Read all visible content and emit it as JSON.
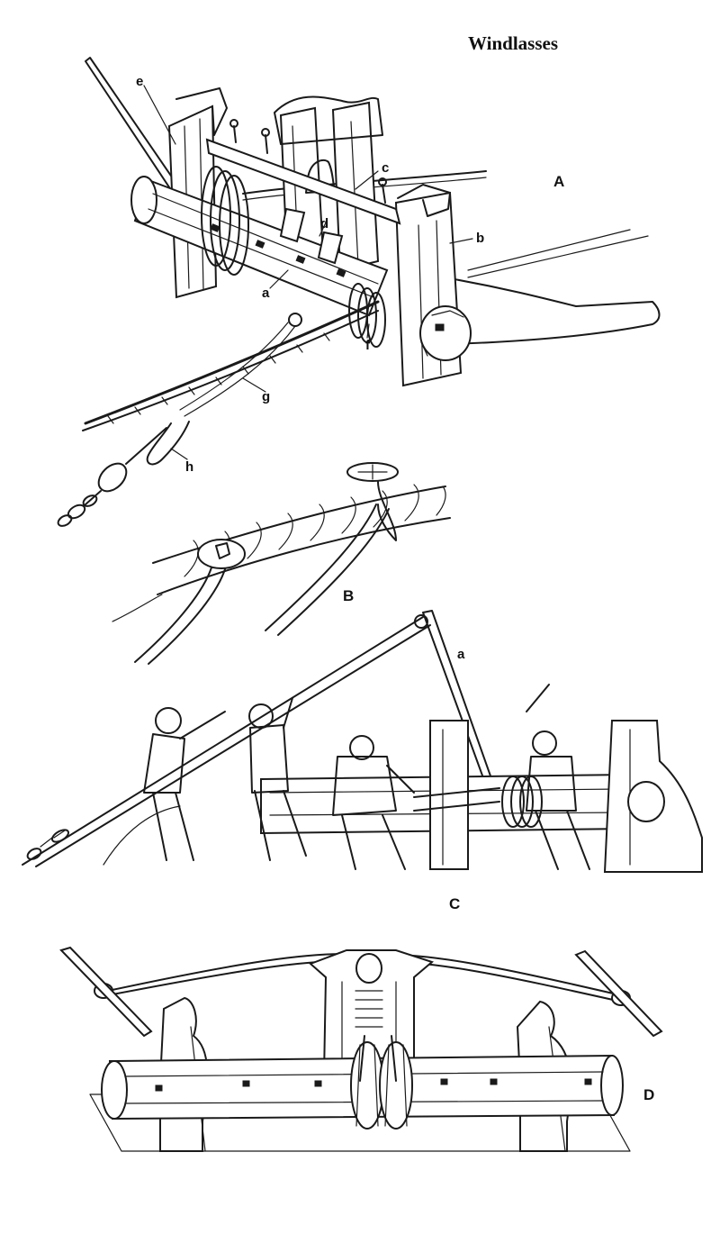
{
  "title": "Windlasses",
  "panels": {
    "A": "A",
    "B": "B",
    "C": "C",
    "D": "D"
  },
  "part_labels": {
    "a_top": "a",
    "b": "b",
    "c": "c",
    "d": "d",
    "e": "e",
    "f": "f",
    "g": "g",
    "h": "h",
    "a_c": "a"
  }
}
